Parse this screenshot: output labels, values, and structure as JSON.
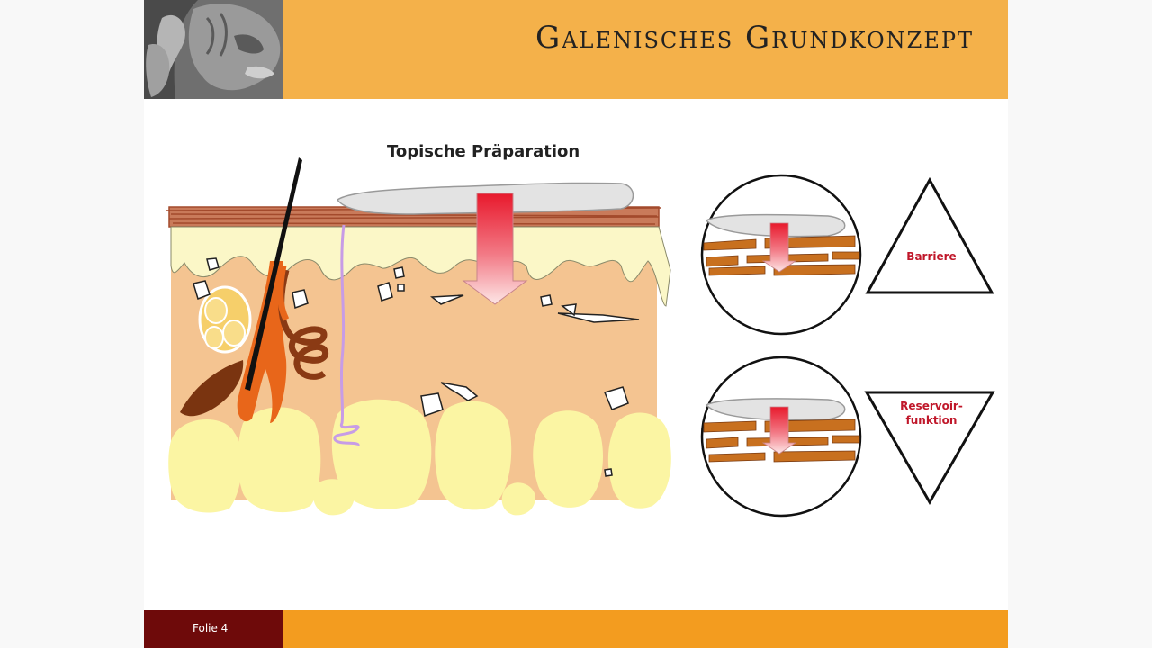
{
  "header": {
    "title": "Galenisches Grundkonzept",
    "logo": "lion-statue-logo",
    "accent_color": "#f4b14a"
  },
  "diagram": {
    "title": "Topische Präparation",
    "labels": {
      "barrier": "Barriere",
      "reservoir_line1": "Reservoir-",
      "reservoir_line2": "funktion"
    },
    "label_color": "#c0172a",
    "arrow_color": "#e8192c"
  },
  "footer": {
    "slide_label": "Folie 4",
    "left_color": "#6e0a0a",
    "bar_color": "#f39c1f"
  }
}
